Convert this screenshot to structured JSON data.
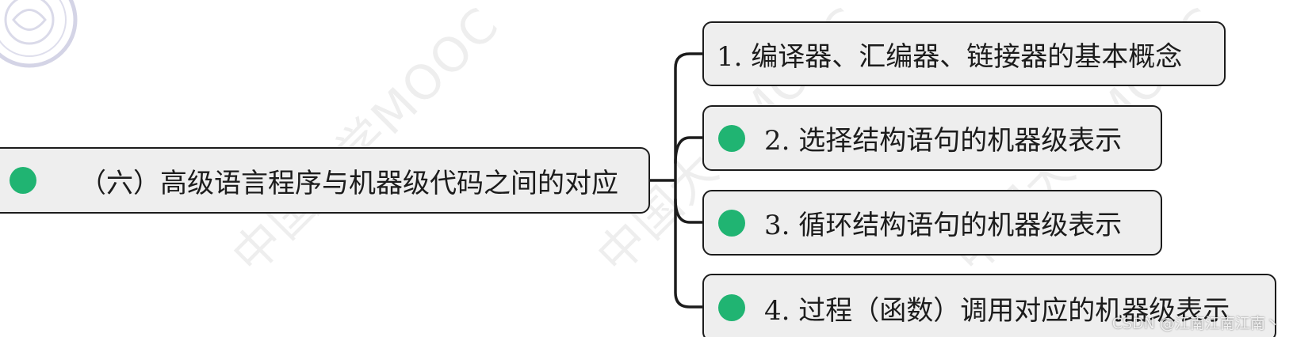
{
  "root": {
    "label": "（六）高级语言程序与机器级代码之间的对应",
    "bullet_color": "#20b472"
  },
  "children": [
    {
      "label": "1. 编译器、汇编器、链接器的基本概念",
      "has_bullet": false
    },
    {
      "label": "2. 选择结构语句的机器级表示",
      "has_bullet": true
    },
    {
      "label": "3. 循环结构语句的机器级表示",
      "has_bullet": true
    },
    {
      "label": "4. 过程（函数）调用对应的机器级表示",
      "has_bullet": true
    }
  ],
  "watermark": {
    "text": "中国大学MOOC"
  },
  "credit": "CSDN @江南江南江南丶",
  "colors": {
    "node_fill": "#eeeeee",
    "node_border": "#1c1c1c",
    "bullet": "#20b472",
    "connector": "#1c1c1c"
  }
}
